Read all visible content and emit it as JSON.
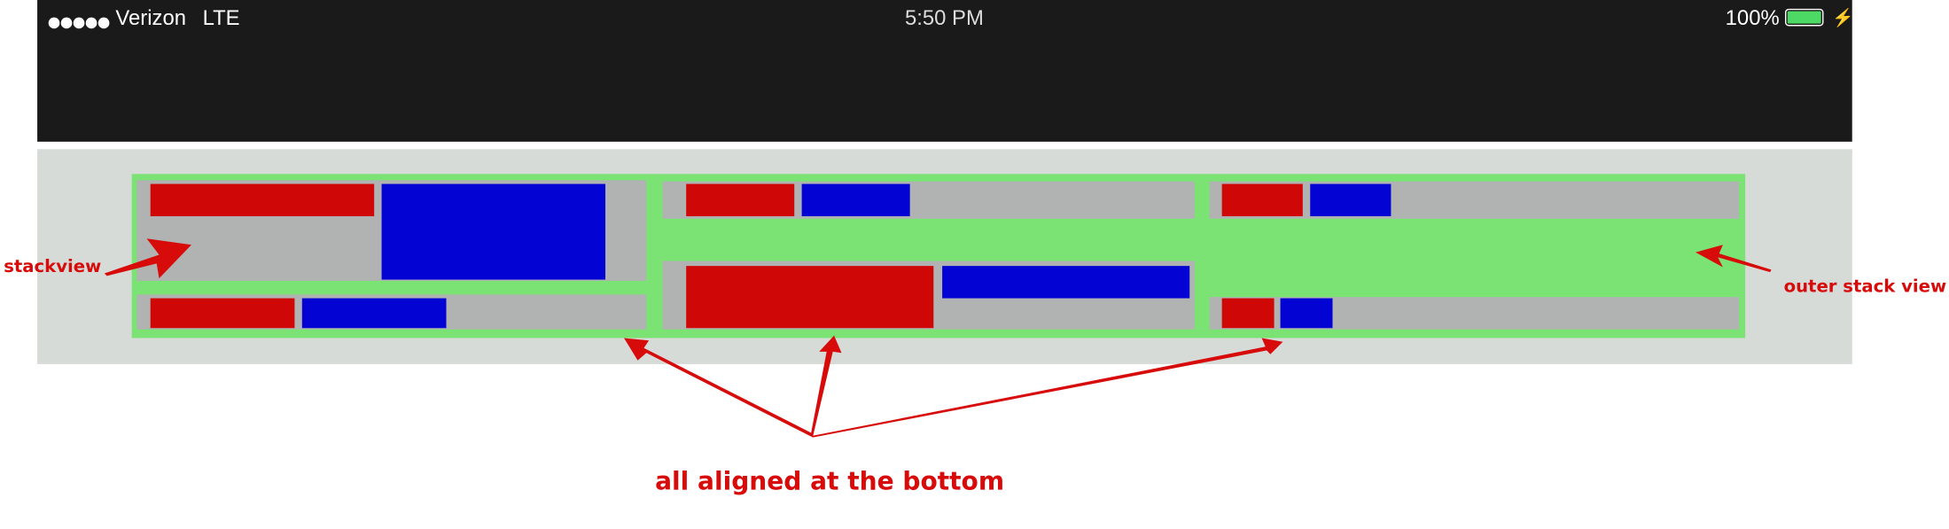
{
  "status_bar": {
    "carrier": "Verizon",
    "network": "LTE",
    "time": "5:50 PM",
    "battery": "100%",
    "battery_color": "#4cd964"
  },
  "colors": {
    "red": "#d00707",
    "blue": "#0303d4",
    "gray": "#b0b3b2",
    "green": "#7ae374"
  },
  "annotations": {
    "stackview": "stackview",
    "outer": "outer stack view",
    "bottom": "all aligned at the bottom"
  }
}
